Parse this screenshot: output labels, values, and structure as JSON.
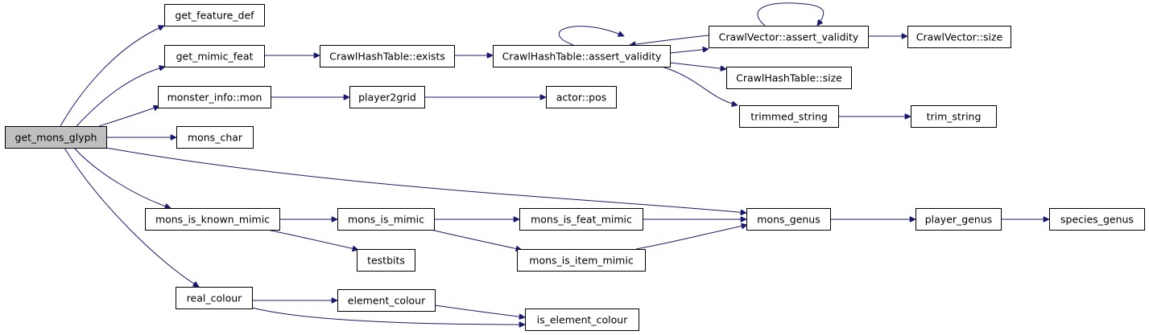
{
  "graph": {
    "edge_color": "#191970",
    "root_fill": "#bfbfbf",
    "nodes": [
      {
        "id": "get_mons_glyph",
        "label": "get_mons_glyph",
        "root": true
      },
      {
        "id": "get_feature_def",
        "label": "get_feature_def"
      },
      {
        "id": "get_mimic_feat",
        "label": "get_mimic_feat"
      },
      {
        "id": "CrawlHashTable_exists",
        "label": "CrawlHashTable::exists"
      },
      {
        "id": "CrawlHashTable_assert_validity",
        "label": "CrawlHashTable::assert_validity"
      },
      {
        "id": "CrawlVector_assert_validity",
        "label": "CrawlVector::assert_validity"
      },
      {
        "id": "CrawlVector_size",
        "label": "CrawlVector::size"
      },
      {
        "id": "CrawlHashTable_size",
        "label": "CrawlHashTable::size"
      },
      {
        "id": "trimmed_string",
        "label": "trimmed_string"
      },
      {
        "id": "trim_string",
        "label": "trim_string"
      },
      {
        "id": "monster_info_mon",
        "label": "monster_info::mon"
      },
      {
        "id": "player2grid",
        "label": "player2grid"
      },
      {
        "id": "actor_pos",
        "label": "actor::pos"
      },
      {
        "id": "mons_char",
        "label": "mons_char"
      },
      {
        "id": "mons_genus",
        "label": "mons_genus"
      },
      {
        "id": "player_genus",
        "label": "player_genus"
      },
      {
        "id": "species_genus",
        "label": "species_genus"
      },
      {
        "id": "mons_is_known_mimic",
        "label": "mons_is_known_mimic"
      },
      {
        "id": "mons_is_mimic",
        "label": "mons_is_mimic"
      },
      {
        "id": "mons_is_feat_mimic",
        "label": "mons_is_feat_mimic"
      },
      {
        "id": "mons_is_item_mimic",
        "label": "mons_is_item_mimic"
      },
      {
        "id": "testbits",
        "label": "testbits"
      },
      {
        "id": "real_colour",
        "label": "real_colour"
      },
      {
        "id": "element_colour",
        "label": "element_colour"
      },
      {
        "id": "is_element_colour",
        "label": "is_element_colour"
      }
    ],
    "edges": [
      [
        "get_mons_glyph",
        "get_feature_def"
      ],
      [
        "get_mons_glyph",
        "get_mimic_feat"
      ],
      [
        "get_mons_glyph",
        "monster_info_mon"
      ],
      [
        "get_mons_glyph",
        "mons_char"
      ],
      [
        "get_mons_glyph",
        "mons_genus"
      ],
      [
        "get_mons_glyph",
        "mons_is_known_mimic"
      ],
      [
        "get_mons_glyph",
        "real_colour"
      ],
      [
        "get_mimic_feat",
        "CrawlHashTable_exists"
      ],
      [
        "CrawlHashTable_exists",
        "CrawlHashTable_assert_validity"
      ],
      [
        "CrawlHashTable_assert_validity",
        "CrawlHashTable_assert_validity"
      ],
      [
        "CrawlHashTable_assert_validity",
        "CrawlVector_assert_validity"
      ],
      [
        "CrawlHashTable_assert_validity",
        "CrawlHashTable_size"
      ],
      [
        "CrawlHashTable_assert_validity",
        "trimmed_string"
      ],
      [
        "CrawlVector_assert_validity",
        "CrawlHashTable_assert_validity"
      ],
      [
        "CrawlVector_assert_validity",
        "CrawlVector_assert_validity"
      ],
      [
        "CrawlVector_assert_validity",
        "CrawlVector_size"
      ],
      [
        "trimmed_string",
        "trim_string"
      ],
      [
        "monster_info_mon",
        "player2grid"
      ],
      [
        "player2grid",
        "actor_pos"
      ],
      [
        "mons_genus",
        "player_genus"
      ],
      [
        "player_genus",
        "species_genus"
      ],
      [
        "mons_is_known_mimic",
        "mons_is_mimic"
      ],
      [
        "mons_is_known_mimic",
        "testbits"
      ],
      [
        "mons_is_mimic",
        "mons_is_feat_mimic"
      ],
      [
        "mons_is_mimic",
        "mons_is_item_mimic"
      ],
      [
        "mons_is_feat_mimic",
        "mons_genus"
      ],
      [
        "mons_is_item_mimic",
        "mons_genus"
      ],
      [
        "real_colour",
        "element_colour"
      ],
      [
        "real_colour",
        "is_element_colour"
      ],
      [
        "element_colour",
        "is_element_colour"
      ]
    ]
  }
}
